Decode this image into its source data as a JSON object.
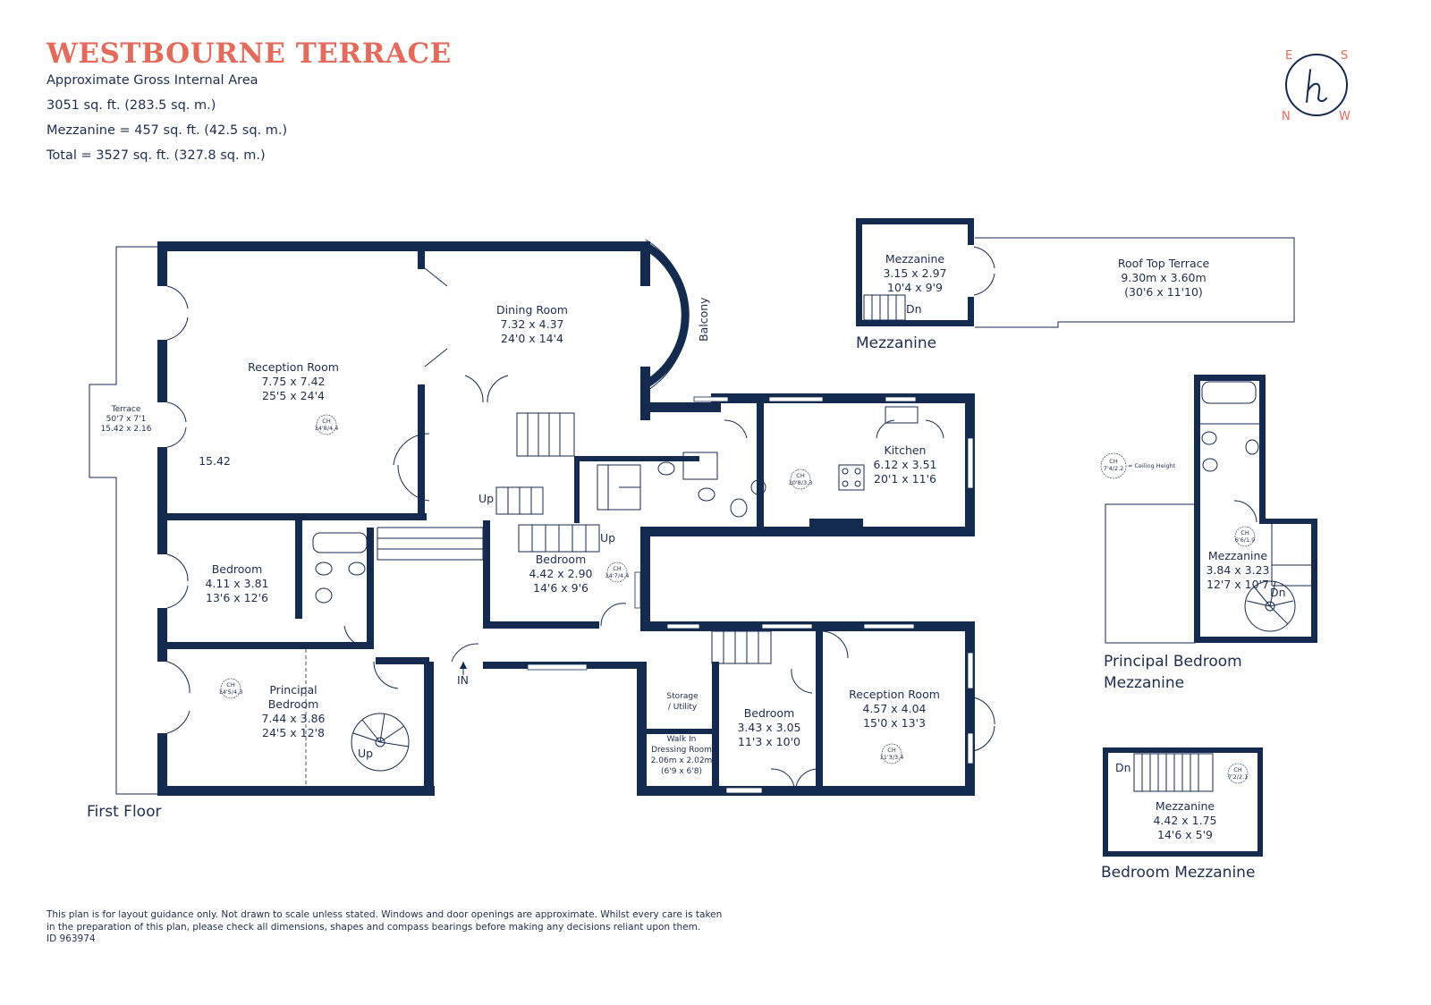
{
  "header": {
    "title": "WESTBOURNE TERRACE",
    "subtitle": "Approximate Gross Internal Area",
    "area_main": "3051 sq. ft. (283.5 sq. m.)",
    "area_mezz": "Mezzanine  = 457 sq. ft. (42.5 sq. m.)",
    "area_total": "Total =  3527 sq. ft. (327.8 sq. m.)"
  },
  "compass": {
    "e": "E",
    "s": "S",
    "n": "N",
    "w": "W",
    "logo": "h",
    "color": "#e36b5c"
  },
  "colors": {
    "wall": "#142a4e",
    "text": "#1e2e4e",
    "accent": "#e36b5c"
  },
  "rooms": {
    "reception": [
      "Reception Room",
      "7.75 x 7.42",
      "25'5 x 24'4"
    ],
    "dining": [
      "Dining Room",
      "7.32 x 4.37",
      "24'0 x 14'4"
    ],
    "kitchen": [
      "Kitchen",
      "6.12 x 3.51",
      "20'1 x 11'6"
    ],
    "bedroom_left": [
      "Bedroom",
      "4.11 x 3.81",
      "13'6 x 12'6"
    ],
    "bedroom_mid": [
      "Bedroom",
      "4.42 x 2.90",
      "14'6 x 9'6"
    ],
    "principal": [
      "Principal",
      "Bedroom",
      "7.44 x 3.86",
      "24'5 x 12'8"
    ],
    "bedroom_small": [
      "Bedroom",
      "3.43 x 3.05",
      "11'3 x 10'0"
    ],
    "reception2": [
      "Reception Room",
      "4.57 x 4.04",
      "15'0 x 13'3"
    ],
    "storage": [
      "Storage",
      "/ Utility"
    ],
    "walkin": [
      "Walk In",
      "Dressing Room",
      "2.06m x 2.02m",
      "(6'9 x 6'8)"
    ],
    "terrace": [
      "Terrace",
      "50'7 x 7'1",
      "15.42 x 2.16"
    ],
    "mezz_top": [
      "Mezzanine",
      "3.15 x 2.97",
      "10'4 x 9'9"
    ],
    "roof": [
      "Roof Top Terrace",
      "9.30m x 3.60m",
      "(30'6 x 11'10)"
    ],
    "mezz_pb": [
      "Mezzanine",
      "3.84 x 3.23",
      "12'7 x 10'7"
    ],
    "mezz_bed": [
      "Mezzanine",
      "4.42 x 1.75",
      "14'6 x 5'9"
    ]
  },
  "marks": {
    "balcony": "Balcony",
    "up": "Up",
    "dn": "Dn",
    "in": "IN",
    "dim_1542": "15.42",
    "ch_label": "CH",
    "ceiling_height": "= Ceiling Height",
    "ch_reception": "14'8/4.4",
    "ch_kitchen": "10'8/3.3",
    "ch_bedmid": "14'7/4.4",
    "ch_principal": "14'5/4.3",
    "ch_reception2": "11'3/3.4",
    "ch_legend": "7'4/2.2",
    "ch_pbmezz": "6'6/1.9",
    "ch_bedmezz": "7'2/2.1"
  },
  "captions": {
    "first_floor": "First Floor",
    "mezzanine": "Mezzanine",
    "principal_mezz_1": "Principal Bedroom",
    "principal_mezz_2": "Mezzanine",
    "bedroom_mezz": "Bedroom Mezzanine"
  },
  "footer": {
    "line1": "This plan is for layout guidance only. Not drawn to scale unless stated. Windows and door openings are approximate. Whilst every care is taken",
    "line2": "in the preparation of this plan, please check all dimensions, shapes and compass bearings before making any decisions reliant upon them.",
    "id": "ID 963974"
  }
}
